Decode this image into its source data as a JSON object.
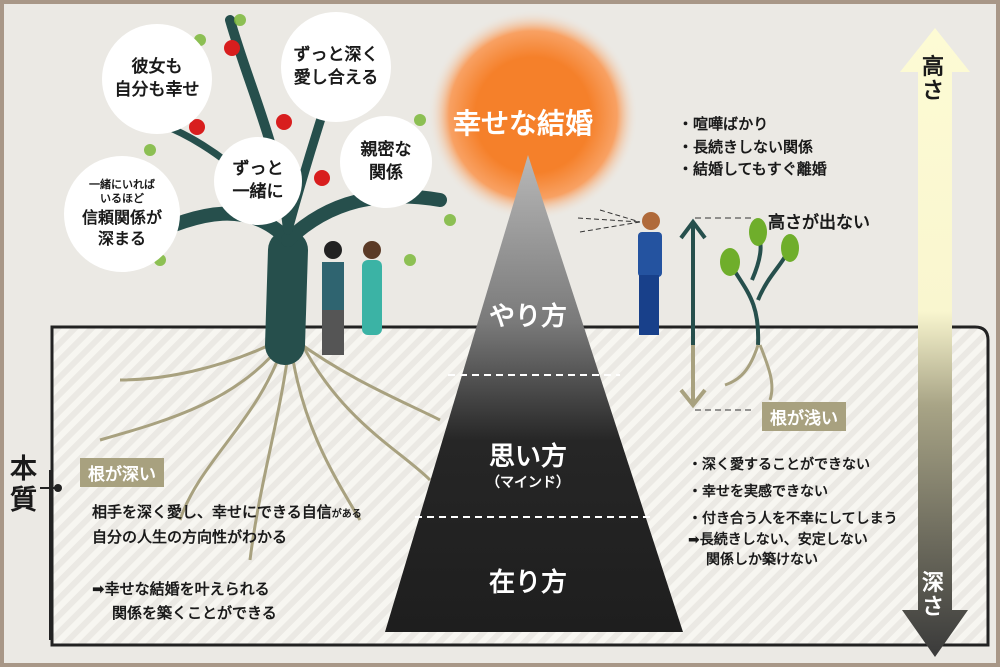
{
  "goal": "幸せな結婚",
  "tree_bubbles": [
    "彼女も\n自分も幸せ",
    "ずっと深く\n愛し合える",
    "親密な\n関係",
    "ずっと\n一緒に"
  ],
  "tree_bubble_trust": {
    "small": "一緒にいれば\nいるほど",
    "large": "信頼関係が\n深まる"
  },
  "pyramid": {
    "top": "やり方",
    "middle": "思い方",
    "middle_sub": "（マインド）",
    "bottom": "在り方"
  },
  "essence_label": "本質",
  "deep_roots": {
    "tag": "根が深い",
    "line1_main": "相手を深く愛し、幸せにできる自信",
    "line1_small": "がある",
    "line2": "自分の人生の方向性がわかる",
    "result_line1": "➡幸せな結婚を叶えられる",
    "result_line2": "関係を築くことができる"
  },
  "shallow_top_list": [
    "・喧嘩ばかり",
    "・長続きしない関係",
    "・結婚してもすぐ離婚"
  ],
  "no_height_label": "高さが出ない",
  "shallow_roots": {
    "tag": "根が浅い",
    "items": [
      "・深く愛することができない",
      "・幸せを実感できない",
      "・付き合う人を不幸にしてしまう"
    ],
    "result_line1": "➡長続きしない、安定しない",
    "result_line2": "関係しか築けない"
  },
  "axis": {
    "top": "高さ",
    "bottom": "深さ"
  },
  "colors": {
    "frame": "#a89787",
    "background": "#ebe9e4",
    "tree": "#264f4c",
    "root": "#a8a17f",
    "sun": "#f5852a",
    "tag": "#a8a17f"
  }
}
